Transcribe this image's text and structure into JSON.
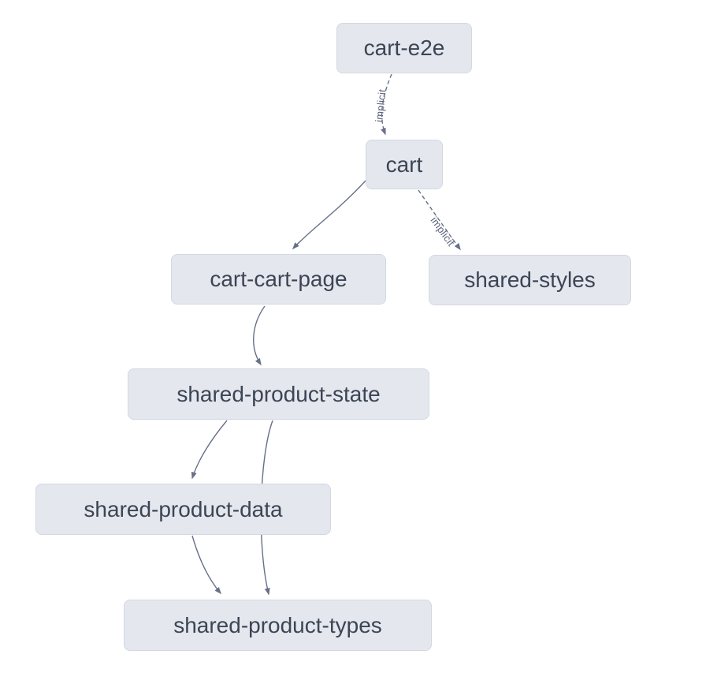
{
  "graph": {
    "kind": "project-dependency-graph",
    "nodes": [
      {
        "id": "cart-e2e",
        "label": "cart-e2e"
      },
      {
        "id": "cart",
        "label": "cart"
      },
      {
        "id": "cart-cart-page",
        "label": "cart-cart-page"
      },
      {
        "id": "shared-styles",
        "label": "shared-styles"
      },
      {
        "id": "shared-product-state",
        "label": "shared-product-state"
      },
      {
        "id": "shared-product-data",
        "label": "shared-product-data"
      },
      {
        "id": "shared-product-types",
        "label": "shared-product-types"
      }
    ],
    "edges": [
      {
        "from": "cart-e2e",
        "to": "cart",
        "type": "implicit",
        "label": "implicit"
      },
      {
        "from": "cart",
        "to": "cart-cart-page",
        "type": "static",
        "label": ""
      },
      {
        "from": "cart",
        "to": "shared-styles",
        "type": "implicit",
        "label": "implicit"
      },
      {
        "from": "cart-cart-page",
        "to": "shared-product-state",
        "type": "static",
        "label": ""
      },
      {
        "from": "shared-product-state",
        "to": "shared-product-data",
        "type": "static",
        "label": ""
      },
      {
        "from": "shared-product-state",
        "to": "shared-product-types",
        "type": "static",
        "label": ""
      },
      {
        "from": "shared-product-data",
        "to": "shared-product-types",
        "type": "static",
        "label": ""
      }
    ],
    "colors": {
      "background": "#ffffff",
      "node_fill": "#e4e7ed",
      "node_border": "#d3d8e0",
      "node_text": "#3c4555",
      "edge_stroke": "#67708a",
      "edge_label_text": "#5b6478"
    }
  }
}
